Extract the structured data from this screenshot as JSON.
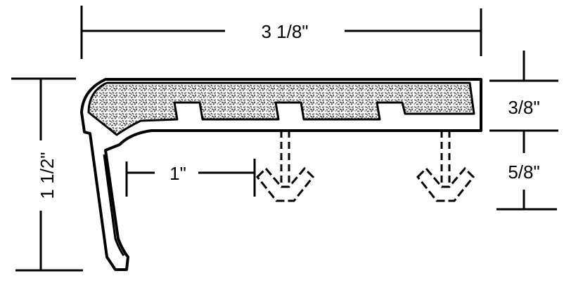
{
  "dimensions": {
    "overall_width": "3 1/8\"",
    "overall_height": "1 1/2\"",
    "tread_thickness": "3/8\"",
    "anchor_depth": "5/8\"",
    "anchor_spacing": "1\""
  },
  "colors": {
    "line": "#000000",
    "background": "#ffffff",
    "grit": "#3a3a3a"
  }
}
